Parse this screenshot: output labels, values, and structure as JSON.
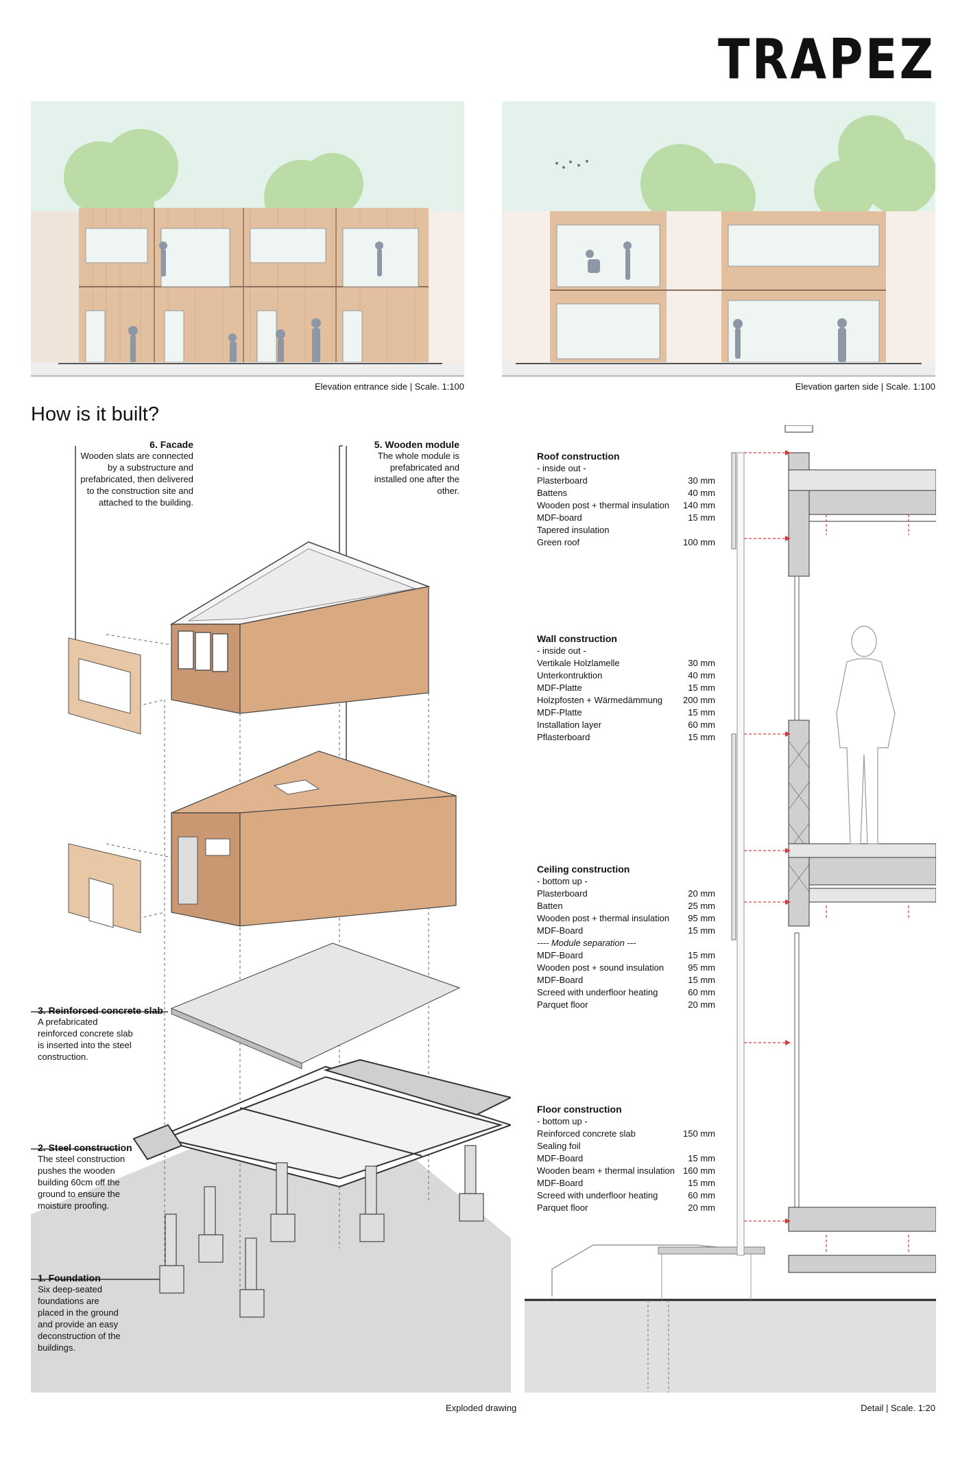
{
  "title": "TRAPEZ",
  "elevations": [
    {
      "caption": "Elevation entrance side | Scale. 1:100"
    },
    {
      "caption": "Elevation garten side | Scale. 1:100"
    }
  ],
  "section_heading": "How is it built?",
  "annotations": {
    "facade": {
      "title": "6. Facade",
      "body": "Wooden slats are connected by a substructure and prefabricated, then delivered to the construction site and attached to the building."
    },
    "module": {
      "title": "5. Wooden module",
      "body": "The whole module is prefabricated and installed one after the other."
    },
    "slab": {
      "title": "3. Reinforced concrete slab",
      "body": "A prefabricated reinforced concrete slab is inserted into the steel construction."
    },
    "steel": {
      "title": "2. Steel construction",
      "body": "The steel construction pushes the wooden building 60cm off the ground to ensure the moisture proofing."
    },
    "foundation": {
      "title": "1. Foundation",
      "body": "Six deep-seated foundations are placed in the ground and provide an easy deconstruction of the buildings."
    }
  },
  "exploded_caption": "Exploded drawing",
  "detail_caption": "Detail | Scale. 1:20",
  "specs": {
    "roof": {
      "title": "Roof construction",
      "sub": "- inside out -",
      "rows": [
        {
          "name": "Plasterboard",
          "value": "30 mm"
        },
        {
          "name": "Battens",
          "value": "40 mm"
        },
        {
          "name": "Wooden post + thermal insulation",
          "value": "140 mm"
        },
        {
          "name": "MDF-board",
          "value": "15 mm"
        },
        {
          "name": "Tapered insulation",
          "value": ""
        },
        {
          "name": "Green roof",
          "value": "100 mm"
        }
      ]
    },
    "wall": {
      "title": "Wall construction",
      "sub": "- inside out -",
      "rows": [
        {
          "name": "Vertikale Holzlamelle",
          "value": "30 mm"
        },
        {
          "name": "Unterkontruktion",
          "value": "40 mm"
        },
        {
          "name": "MDF-Platte",
          "value": "15 mm"
        },
        {
          "name": "Holzpfosten + Wärmedämmung",
          "value": "200 mm"
        },
        {
          "name": "MDF-Platte",
          "value": "15 mm"
        },
        {
          "name": "Installation layer",
          "value": "60 mm"
        },
        {
          "name": "Pflasterboard",
          "value": "15 mm"
        }
      ]
    },
    "ceiling": {
      "title": "Ceiling construction",
      "sub": "- bottom up -",
      "rows": [
        {
          "name": "Plasterboard",
          "value": "20 mm"
        },
        {
          "name": "Batten",
          "value": "25 mm"
        },
        {
          "name": "Wooden post + thermal insulation",
          "value": "95 mm"
        },
        {
          "name": "MDF-Board",
          "value": "15 mm"
        },
        {
          "name": "---- Module separation ---",
          "value": ""
        },
        {
          "name": "MDF-Board",
          "value": "15 mm"
        },
        {
          "name": "Wooden post + sound insulation",
          "value": "95 mm"
        },
        {
          "name": "MDF-Board",
          "value": "15 mm"
        },
        {
          "name": "Screed with underfloor heating",
          "value": "60 mm"
        },
        {
          "name": "Parquet floor",
          "value": "20 mm"
        }
      ]
    },
    "floor": {
      "title": "Floor construction",
      "sub": "- bottom up -",
      "rows": [
        {
          "name": "Reinforced concrete slab",
          "value": "150 mm"
        },
        {
          "name": "Sealing foil",
          "value": ""
        },
        {
          "name": "MDF-Board",
          "value": "15 mm"
        },
        {
          "name": "Wooden beam + thermal insulation",
          "value": "160 mm"
        },
        {
          "name": "MDF-Board",
          "value": "15 mm"
        },
        {
          "name": "Screed with underfloor heating",
          "value": "60 mm"
        },
        {
          "name": "Parquet floor",
          "value": "20 mm"
        }
      ]
    }
  },
  "colors": {
    "wood": "#d6ad8a",
    "sky": "#e3f1ec",
    "tree": "#a9cf8f",
    "arrow": "#d93a3a",
    "ground": "#d6d6d6"
  }
}
